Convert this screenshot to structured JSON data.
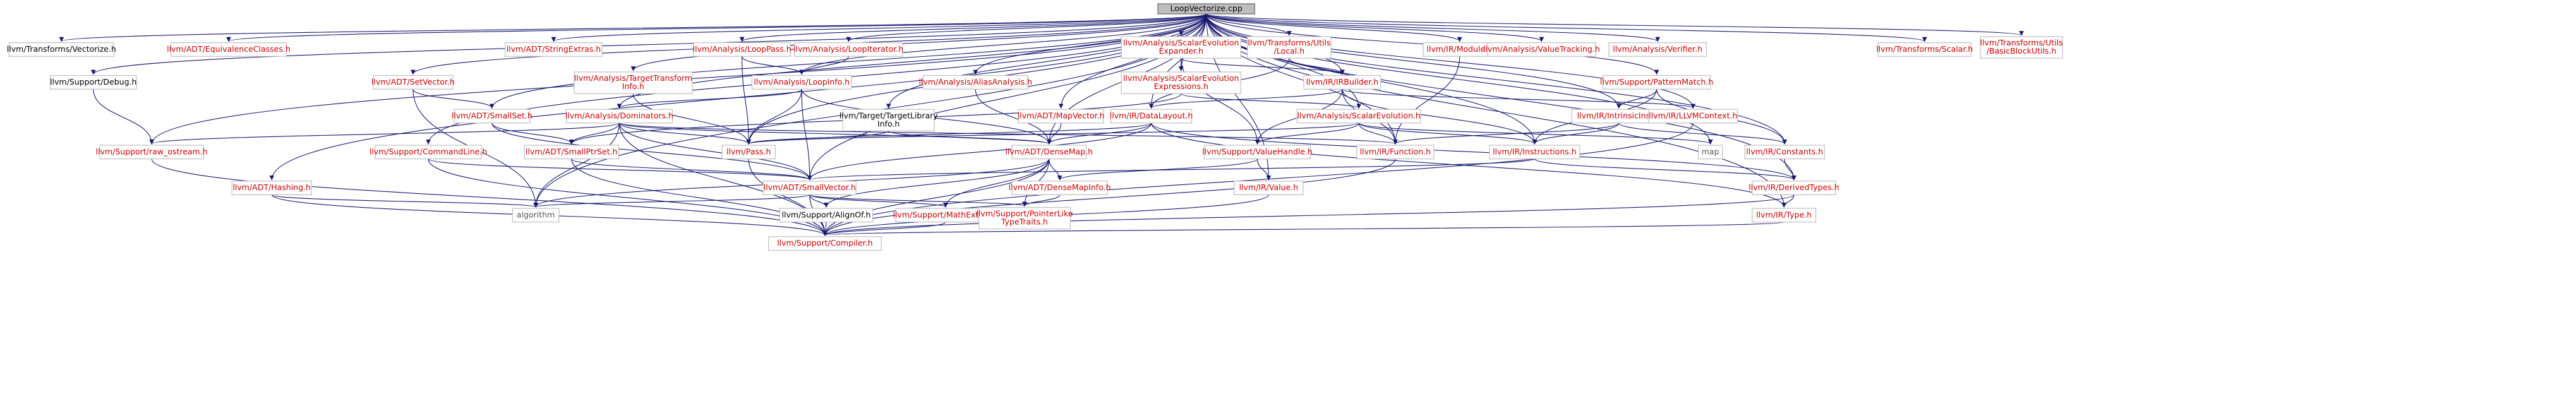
{
  "colors": {
    "edge": "#191970",
    "link_red": "#cc0000",
    "link_black": "#000000",
    "root_fill": "#bfbfbf"
  },
  "nodes": [
    {
      "id": "root",
      "label": [
        "LoopVectorize.cpp"
      ],
      "color": "black",
      "root": true
    },
    {
      "id": "tv",
      "label": [
        "llvm/Transforms/Vectorize.h"
      ],
      "color": "black"
    },
    {
      "id": "eqc",
      "label": [
        "llvm/ADT/EquivalenceClasses.h"
      ],
      "color": "red"
    },
    {
      "id": "dbg",
      "label": [
        "llvm/Support/Debug.h"
      ],
      "color": "black"
    },
    {
      "id": "se",
      "label": [
        "llvm/ADT/StringExtras.h"
      ],
      "color": "red"
    },
    {
      "id": "lp",
      "label": [
        "llvm/Analysis/LoopPass.h"
      ],
      "color": "red"
    },
    {
      "id": "li",
      "label": [
        "llvm/Analysis/LoopIterator.h"
      ],
      "color": "red"
    },
    {
      "id": "sev",
      "label": [
        "llvm/ADT/SetVector.h"
      ],
      "color": "red"
    },
    {
      "id": "tti",
      "label": [
        "llvm/Analysis/TargetTransform",
        "Info.h"
      ],
      "color": "red"
    },
    {
      "id": "linfo",
      "label": [
        "llvm/Analysis/LoopInfo.h"
      ],
      "color": "red"
    },
    {
      "id": "aa",
      "label": [
        "llvm/Analysis/AliasAnalysis.h"
      ],
      "color": "red"
    },
    {
      "id": "see",
      "label": [
        "llvm/Analysis/ScalarEvolution",
        "Expander.h"
      ],
      "color": "red"
    },
    {
      "id": "tul",
      "label": [
        "llvm/Transforms/Utils",
        "/Local.h"
      ],
      "color": "red"
    },
    {
      "id": "sexp",
      "label": [
        "llvm/Analysis/ScalarEvolution",
        "Expressions.h"
      ],
      "color": "red"
    },
    {
      "id": "irb",
      "label": [
        "llvm/IR/IRBuilder.h"
      ],
      "color": "red"
    },
    {
      "id": "mod",
      "label": [
        "llvm/IR/Module.h"
      ],
      "color": "red"
    },
    {
      "id": "vt",
      "label": [
        "llvm/Analysis/ValueTracking.h"
      ],
      "color": "red"
    },
    {
      "id": "ver",
      "label": [
        "llvm/Analysis/Verifier.h"
      ],
      "color": "red"
    },
    {
      "id": "pm",
      "label": [
        "llvm/Support/PatternMatch.h"
      ],
      "color": "red"
    },
    {
      "id": "ts",
      "label": [
        "llvm/Transforms/Scalar.h"
      ],
      "color": "red"
    },
    {
      "id": "bbu",
      "label": [
        "llvm/Transforms/Utils",
        "/BasicBlockUtils.h"
      ],
      "color": "red"
    },
    {
      "id": "ss",
      "label": [
        "llvm/ADT/SmallSet.h"
      ],
      "color": "red"
    },
    {
      "id": "dom",
      "label": [
        "llvm/Analysis/Dominators.h"
      ],
      "color": "red"
    },
    {
      "id": "ttl",
      "label": [
        "llvm/Target/TargetLibrary",
        "Info.h"
      ],
      "color": "black"
    },
    {
      "id": "mv",
      "label": [
        "llvm/ADT/MapVector.h"
      ],
      "color": "red"
    },
    {
      "id": "dl",
      "label": [
        "llvm/IR/DataLayout.h"
      ],
      "color": "red"
    },
    {
      "id": "sevo",
      "label": [
        "llvm/Analysis/ScalarEvolution.h"
      ],
      "color": "red"
    },
    {
      "id": "intr",
      "label": [
        "llvm/IR/IntrinsicInst.h"
      ],
      "color": "red"
    },
    {
      "id": "llc",
      "label": [
        "llvm/IR/LLVMContext.h"
      ],
      "color": "red"
    },
    {
      "id": "ros",
      "label": [
        "llvm/Support/raw_ostream.h"
      ],
      "color": "red"
    },
    {
      "id": "cl",
      "label": [
        "llvm/Support/CommandLine.h"
      ],
      "color": "red"
    },
    {
      "id": "sps",
      "label": [
        "llvm/ADT/SmallPtrSet.h"
      ],
      "color": "red"
    },
    {
      "id": "pass",
      "label": [
        "llvm/Pass.h"
      ],
      "color": "red"
    },
    {
      "id": "dm",
      "label": [
        "llvm/ADT/DenseMap.h"
      ],
      "color": "red"
    },
    {
      "id": "vh",
      "label": [
        "llvm/Support/ValueHandle.h"
      ],
      "color": "red"
    },
    {
      "id": "func",
      "label": [
        "llvm/IR/Function.h"
      ],
      "color": "red"
    },
    {
      "id": "inst",
      "label": [
        "llvm/IR/Instructions.h"
      ],
      "color": "red"
    },
    {
      "id": "map",
      "label": [
        "map"
      ],
      "color": "grey"
    },
    {
      "id": "cons",
      "label": [
        "llvm/IR/Constants.h"
      ],
      "color": "red"
    },
    {
      "id": "hash",
      "label": [
        "llvm/ADT/Hashing.h"
      ],
      "color": "red"
    },
    {
      "id": "sv",
      "label": [
        "llvm/ADT/SmallVector.h"
      ],
      "color": "red"
    },
    {
      "id": "dmi",
      "label": [
        "llvm/ADT/DenseMapInfo.h"
      ],
      "color": "red"
    },
    {
      "id": "val",
      "label": [
        "llvm/IR/Value.h"
      ],
      "color": "red"
    },
    {
      "id": "dt",
      "label": [
        "llvm/IR/DerivedTypes.h"
      ],
      "color": "red"
    },
    {
      "id": "alg",
      "label": [
        "algorithm"
      ],
      "color": "grey"
    },
    {
      "id": "ao",
      "label": [
        "llvm/Support/AlignOf.h"
      ],
      "color": "black"
    },
    {
      "id": "me",
      "label": [
        "llvm/Support/MathExtras.h"
      ],
      "color": "red"
    },
    {
      "id": "plt",
      "label": [
        "llvm/Support/PointerLike",
        "TypeTraits.h"
      ],
      "color": "red"
    },
    {
      "id": "type",
      "label": [
        "llvm/IR/Type.h"
      ],
      "color": "red"
    },
    {
      "id": "comp",
      "label": [
        "llvm/Support/Compiler.h"
      ],
      "color": "red"
    }
  ],
  "edges": [
    [
      "root",
      "tv"
    ],
    [
      "root",
      "eqc"
    ],
    [
      "root",
      "dbg"
    ],
    [
      "root",
      "se"
    ],
    [
      "root",
      "lp"
    ],
    [
      "root",
      "li"
    ],
    [
      "root",
      "sev"
    ],
    [
      "root",
      "tti"
    ],
    [
      "root",
      "linfo"
    ],
    [
      "root",
      "aa"
    ],
    [
      "root",
      "see"
    ],
    [
      "root",
      "tul"
    ],
    [
      "root",
      "sexp"
    ],
    [
      "root",
      "irb"
    ],
    [
      "root",
      "mod"
    ],
    [
      "root",
      "vt"
    ],
    [
      "root",
      "ver"
    ],
    [
      "root",
      "pm"
    ],
    [
      "root",
      "ts"
    ],
    [
      "root",
      "bbu"
    ],
    [
      "root",
      "ss"
    ],
    [
      "root",
      "dom"
    ],
    [
      "root",
      "ttl"
    ],
    [
      "root",
      "mv"
    ],
    [
      "root",
      "dl"
    ],
    [
      "root",
      "sevo"
    ],
    [
      "root",
      "intr"
    ],
    [
      "root",
      "llc"
    ],
    [
      "root",
      "ros"
    ],
    [
      "root",
      "cl"
    ],
    [
      "root",
      "pass"
    ],
    [
      "root",
      "dm"
    ],
    [
      "root",
      "func"
    ],
    [
      "root",
      "inst"
    ],
    [
      "root",
      "map"
    ],
    [
      "root",
      "cons"
    ],
    [
      "root",
      "hash"
    ],
    [
      "root",
      "sv"
    ],
    [
      "root",
      "val"
    ],
    [
      "root",
      "dt"
    ],
    [
      "root",
      "alg"
    ],
    [
      "root",
      "type"
    ],
    [
      "dbg",
      "ros"
    ],
    [
      "lp",
      "linfo"
    ],
    [
      "lp",
      "pass"
    ],
    [
      "li",
      "linfo"
    ],
    [
      "sev",
      "ss"
    ],
    [
      "sev",
      "alg"
    ],
    [
      "tti",
      "pass"
    ],
    [
      "linfo",
      "dom"
    ],
    [
      "linfo",
      "pass"
    ],
    [
      "linfo",
      "sv"
    ],
    [
      "linfo",
      "dm"
    ],
    [
      "aa",
      "dm"
    ],
    [
      "see",
      "sexp"
    ],
    [
      "see",
      "irb"
    ],
    [
      "see",
      "vh"
    ],
    [
      "tul",
      "irb"
    ],
    [
      "tul",
      "dl"
    ],
    [
      "sexp",
      "sevo"
    ],
    [
      "sexp",
      "sps"
    ],
    [
      "irb",
      "dl"
    ],
    [
      "irb",
      "llc"
    ],
    [
      "irb",
      "inst"
    ],
    [
      "irb",
      "vh"
    ],
    [
      "irb",
      "func"
    ],
    [
      "mod",
      "func"
    ],
    [
      "pm",
      "intr"
    ],
    [
      "pm",
      "inst"
    ],
    [
      "pm",
      "cons"
    ],
    [
      "ss",
      "sps"
    ],
    [
      "ss",
      "sv"
    ],
    [
      "dom",
      "ros"
    ],
    [
      "dom",
      "sps"
    ],
    [
      "dom",
      "pass"
    ],
    [
      "dom",
      "dm"
    ],
    [
      "dom",
      "sv"
    ],
    [
      "dom",
      "alg"
    ],
    [
      "dom",
      "func"
    ],
    [
      "dom",
      "comp"
    ],
    [
      "ttl",
      "pass"
    ],
    [
      "ttl",
      "dm"
    ],
    [
      "mv",
      "dm"
    ],
    [
      "dl",
      "pass"
    ],
    [
      "dl",
      "dm"
    ],
    [
      "dl",
      "dt"
    ],
    [
      "dl",
      "type"
    ],
    [
      "dl",
      "sv"
    ],
    [
      "sevo",
      "pass"
    ],
    [
      "sevo",
      "vh"
    ],
    [
      "sevo",
      "func"
    ],
    [
      "sevo",
      "inst"
    ],
    [
      "sevo",
      "map"
    ],
    [
      "intr",
      "func"
    ],
    [
      "intr",
      "inst"
    ],
    [
      "intr",
      "cons"
    ],
    [
      "llc",
      "comp"
    ],
    [
      "ros",
      "comp"
    ],
    [
      "cl",
      "sv"
    ],
    [
      "cl",
      "comp"
    ],
    [
      "sps",
      "comp"
    ],
    [
      "sps",
      "sv"
    ],
    [
      "pass",
      "comp"
    ],
    [
      "dm",
      "dmi"
    ],
    [
      "dm",
      "ao"
    ],
    [
      "dm",
      "me"
    ],
    [
      "dm",
      "plt"
    ],
    [
      "dm",
      "comp"
    ],
    [
      "dm",
      "alg"
    ],
    [
      "vh",
      "dmi"
    ],
    [
      "vh",
      "val"
    ],
    [
      "func",
      "comp"
    ],
    [
      "inst",
      "dt"
    ],
    [
      "inst",
      "sv"
    ],
    [
      "cons",
      "dt"
    ],
    [
      "hash",
      "alg"
    ],
    [
      "hash",
      "comp"
    ],
    [
      "sv",
      "alg"
    ],
    [
      "sv",
      "ao"
    ],
    [
      "sv",
      "me"
    ],
    [
      "sv",
      "comp"
    ],
    [
      "sv",
      "plt"
    ],
    [
      "dmi",
      "plt"
    ],
    [
      "val",
      "comp"
    ],
    [
      "dt",
      "type"
    ],
    [
      "dt",
      "comp"
    ],
    [
      "ao",
      "comp"
    ],
    [
      "me",
      "comp"
    ],
    [
      "type",
      "comp"
    ]
  ]
}
